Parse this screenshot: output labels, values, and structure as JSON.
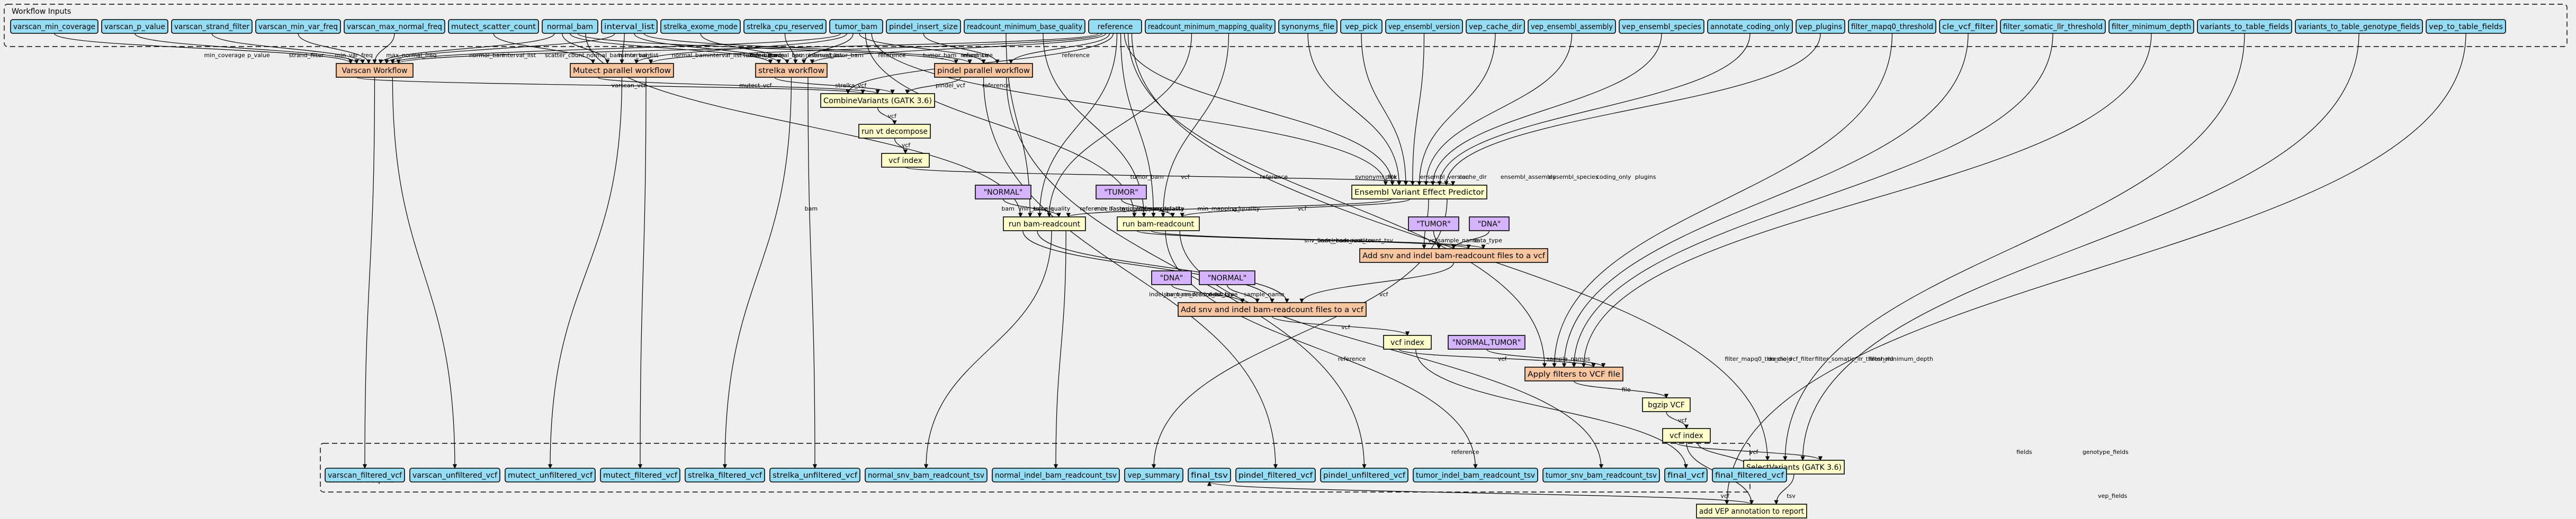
{
  "clusters": {
    "inputs_title": "Workflow Inputs",
    "outputs_title": "Workflow Outputs"
  },
  "colors": {
    "input_output_fill": "#94ddf4",
    "subworkflow_fill": "#f7c59f",
    "tool_fill": "#ffffcc",
    "constant_fill": "#d6b3ff",
    "background": "#efefef"
  },
  "nodes": [
    {
      "id": "vmc",
      "label": "varscan_min_coverage",
      "kind": "input"
    },
    {
      "id": "vpv",
      "label": "varscan_p_value",
      "kind": "input"
    },
    {
      "id": "vsf",
      "label": "varscan_strand_filter",
      "kind": "input"
    },
    {
      "id": "vmvf",
      "label": "varscan_min_var_freq",
      "kind": "input"
    },
    {
      "id": "vmnf",
      "label": "varscan_max_normal_freq",
      "kind": "input"
    },
    {
      "id": "msc",
      "label": "mutect_scatter_count",
      "kind": "input"
    },
    {
      "id": "nb",
      "label": "normal_bam",
      "kind": "input"
    },
    {
      "id": "il",
      "label": "interval_list",
      "kind": "input"
    },
    {
      "id": "sem",
      "label": "strelka_exome_mode",
      "kind": "input"
    },
    {
      "id": "scr",
      "label": "strelka_cpu_reserved",
      "kind": "input"
    },
    {
      "id": "tb",
      "label": "tumor_bam",
      "kind": "input"
    },
    {
      "id": "pis",
      "label": "pindel_insert_size",
      "kind": "input"
    },
    {
      "id": "rmbq",
      "label": "readcount_minimum_base_quality",
      "kind": "input"
    },
    {
      "id": "ref",
      "label": "reference",
      "kind": "input"
    },
    {
      "id": "rmmq",
      "label": "readcount_minimum_mapping_quality",
      "kind": "input"
    },
    {
      "id": "sf",
      "label": "synonyms_file",
      "kind": "input"
    },
    {
      "id": "vpck",
      "label": "vep_pick",
      "kind": "input"
    },
    {
      "id": "vev",
      "label": "vep_ensembl_version",
      "kind": "input"
    },
    {
      "id": "vcd",
      "label": "vep_cache_dir",
      "kind": "input"
    },
    {
      "id": "vea",
      "label": "vep_ensembl_assembly",
      "kind": "input"
    },
    {
      "id": "ves",
      "label": "vep_ensembl_species",
      "kind": "input"
    },
    {
      "id": "aco",
      "label": "annotate_coding_only",
      "kind": "input"
    },
    {
      "id": "vpl",
      "label": "vep_plugins",
      "kind": "input"
    },
    {
      "id": "fmt",
      "label": "filter_mapq0_threshold",
      "kind": "input"
    },
    {
      "id": "cvf",
      "label": "cle_vcf_filter",
      "kind": "input"
    },
    {
      "id": "fst",
      "label": "filter_somatic_llr_threshold",
      "kind": "input"
    },
    {
      "id": "fmd",
      "label": "filter_minimum_depth",
      "kind": "input"
    },
    {
      "id": "vttf",
      "label": "variants_to_table_fields",
      "kind": "input"
    },
    {
      "id": "vttg",
      "label": "variants_to_table_genotype_fields",
      "kind": "input"
    },
    {
      "id": "vtf",
      "label": "vep_to_table_fields",
      "kind": "input"
    },
    {
      "id": "varscan",
      "label": "Varscan Workflow",
      "kind": "subworkflow"
    },
    {
      "id": "mutect",
      "label": "Mutect parallel workflow",
      "kind": "subworkflow"
    },
    {
      "id": "strelka",
      "label": "strelka workflow",
      "kind": "subworkflow"
    },
    {
      "id": "pindel",
      "label": "pindel parallel workflow",
      "kind": "subworkflow"
    },
    {
      "id": "combine",
      "label": "CombineVariants (GATK 3.6)",
      "kind": "tool"
    },
    {
      "id": "decompose",
      "label": "run vt decompose",
      "kind": "tool"
    },
    {
      "id": "vcfidx1",
      "label": "vcf index",
      "kind": "tool"
    },
    {
      "id": "vep",
      "label": "Ensembl Variant Effect Predictor",
      "kind": "tool"
    },
    {
      "id": "cnormal1",
      "label": "\"NORMAL\"",
      "kind": "constant"
    },
    {
      "id": "ctumor1",
      "label": "\"TUMOR\"",
      "kind": "constant"
    },
    {
      "id": "brn",
      "label": "run bam-readcount",
      "kind": "tool"
    },
    {
      "id": "brt",
      "label": "run bam-readcount",
      "kind": "tool"
    },
    {
      "id": "ctumor2",
      "label": "\"TUMOR\"",
      "kind": "constant"
    },
    {
      "id": "cdna1",
      "label": "\"DNA\"",
      "kind": "constant"
    },
    {
      "id": "addt",
      "label": "Add snv and indel bam-readcount files to a vcf",
      "kind": "subworkflow"
    },
    {
      "id": "cdna2",
      "label": "\"DNA\"",
      "kind": "constant"
    },
    {
      "id": "cnormal2",
      "label": "\"NORMAL\"",
      "kind": "constant"
    },
    {
      "id": "addn",
      "label": "Add snv and indel bam-readcount files to a vcf",
      "kind": "subworkflow"
    },
    {
      "id": "vcfidx2",
      "label": "vcf index",
      "kind": "tool"
    },
    {
      "id": "cnt",
      "label": "\"NORMAL,TUMOR\"",
      "kind": "constant"
    },
    {
      "id": "applyf",
      "label": "Apply filters to VCF file",
      "kind": "subworkflow"
    },
    {
      "id": "bgzip",
      "label": "bgzip VCF",
      "kind": "tool"
    },
    {
      "id": "vcfidx3",
      "label": "vcf index",
      "kind": "tool"
    },
    {
      "id": "selectv",
      "label": "SelectVariants (GATK 3.6)",
      "kind": "tool"
    },
    {
      "id": "addvep",
      "label": "add VEP annotation to report",
      "kind": "tool"
    },
    {
      "id": "o_vfv",
      "label": "varscan_filtered_vcf",
      "kind": "output"
    },
    {
      "id": "o_vuv",
      "label": "varscan_unfiltered_vcf",
      "kind": "output"
    },
    {
      "id": "o_muv",
      "label": "mutect_unfiltered_vcf",
      "kind": "output"
    },
    {
      "id": "o_mfv",
      "label": "mutect_filtered_vcf",
      "kind": "output"
    },
    {
      "id": "o_sfv",
      "label": "strelka_filtered_vcf",
      "kind": "output"
    },
    {
      "id": "o_suv",
      "label": "strelka_unfiltered_vcf",
      "kind": "output"
    },
    {
      "id": "o_nsbrt",
      "label": "normal_snv_bam_readcount_tsv",
      "kind": "output"
    },
    {
      "id": "o_nibrt",
      "label": "normal_indel_bam_readcount_tsv",
      "kind": "output"
    },
    {
      "id": "o_vs",
      "label": "vep_summary",
      "kind": "output"
    },
    {
      "id": "o_ft",
      "label": "final_tsv",
      "kind": "output"
    },
    {
      "id": "o_pfv",
      "label": "pindel_filtered_vcf",
      "kind": "output"
    },
    {
      "id": "o_puv",
      "label": "pindel_unfiltered_vcf",
      "kind": "output"
    },
    {
      "id": "o_tibrt",
      "label": "tumor_indel_bam_readcount_tsv",
      "kind": "output"
    },
    {
      "id": "o_tsbrt",
      "label": "tumor_snv_bam_readcount_tsv",
      "kind": "output"
    },
    {
      "id": "o_fv",
      "label": "final_vcf",
      "kind": "output"
    },
    {
      "id": "o_ffv",
      "label": "final_filtered_vcf",
      "kind": "output"
    }
  ],
  "edges": [
    {
      "from": "vmc",
      "to": "varscan",
      "label": "min_coverage"
    },
    {
      "from": "vpv",
      "to": "varscan",
      "label": "p_value"
    },
    {
      "from": "vsf",
      "to": "varscan",
      "label": "strand_filter"
    },
    {
      "from": "vmvf",
      "to": "varscan",
      "label": "min_var_freq"
    },
    {
      "from": "vmnf",
      "to": "varscan",
      "label": "max_normal_freq"
    },
    {
      "from": "msc",
      "to": "mutect",
      "label": "scatter_count"
    },
    {
      "from": "nb",
      "to": "varscan",
      "label": "normal_bam"
    },
    {
      "from": "nb",
      "to": "mutect",
      "label": "normal_bam"
    },
    {
      "from": "nb",
      "to": "strelka",
      "label": "normal_bam"
    },
    {
      "from": "nb",
      "to": "pindel",
      "label": "normal_bam"
    },
    {
      "from": "nb",
      "to": "brn",
      "label": "bam"
    },
    {
      "from": "il",
      "to": "varscan",
      "label": "interval_list"
    },
    {
      "from": "il",
      "to": "mutect",
      "label": "interval_list"
    },
    {
      "from": "il",
      "to": "strelka",
      "label": "interval_list"
    },
    {
      "from": "il",
      "to": "pindel",
      "label": "interval_list"
    },
    {
      "from": "sem",
      "to": "strelka",
      "label": "exome_mode"
    },
    {
      "from": "scr",
      "to": "strelka",
      "label": "cpu_reserved"
    },
    {
      "from": "tb",
      "to": "varscan",
      "label": "tumor_bam"
    },
    {
      "from": "tb",
      "to": "mutect",
      "label": "tumor_bam"
    },
    {
      "from": "tb",
      "to": "strelka",
      "label": "tumor_bam"
    },
    {
      "from": "tb",
      "to": "pindel",
      "label": "tumor_bam"
    },
    {
      "from": "tb",
      "to": "brt",
      "label": "bam"
    },
    {
      "from": "tb",
      "to": "vep",
      "label": "tumor_bam"
    },
    {
      "from": "pis",
      "to": "pindel",
      "label": "insert_size"
    },
    {
      "from": "rmbq",
      "to": "brn",
      "label": "min_base_quality"
    },
    {
      "from": "rmbq",
      "to": "brt",
      "label": "min_base_quality"
    },
    {
      "from": "ref",
      "to": "varscan",
      "label": "reference"
    },
    {
      "from": "ref",
      "to": "mutect",
      "label": "reference"
    },
    {
      "from": "ref",
      "to": "strelka",
      "label": "reference"
    },
    {
      "from": "ref",
      "to": "pindel",
      "label": "reference"
    },
    {
      "from": "ref",
      "to": "combine",
      "label": "reference"
    },
    {
      "from": "ref",
      "to": "brn",
      "label": "reference_fasta"
    },
    {
      "from": "ref",
      "to": "brt",
      "label": "reference_fasta"
    },
    {
      "from": "ref",
      "to": "vep",
      "label": "reference"
    },
    {
      "from": "ref",
      "to": "applyf",
      "label": "reference"
    },
    {
      "from": "ref",
      "to": "selectv",
      "label": "reference"
    },
    {
      "from": "rmmq",
      "to": "brn",
      "label": "min_mapping_quality"
    },
    {
      "from": "rmmq",
      "to": "brt",
      "label": "min_mapping_quality"
    },
    {
      "from": "sf",
      "to": "vep",
      "label": "synonyms_file"
    },
    {
      "from": "vpck",
      "to": "vep",
      "label": "pick"
    },
    {
      "from": "vev",
      "to": "vep",
      "label": "ensembl_version"
    },
    {
      "from": "vcd",
      "to": "vep",
      "label": "cache_dir"
    },
    {
      "from": "vea",
      "to": "vep",
      "label": "ensembl_assembly"
    },
    {
      "from": "ves",
      "to": "vep",
      "label": "ensembl_species"
    },
    {
      "from": "aco",
      "to": "vep",
      "label": "coding_only"
    },
    {
      "from": "vpl",
      "to": "vep",
      "label": "plugins"
    },
    {
      "from": "fmt",
      "to": "applyf",
      "label": "filter_mapq0_threshold"
    },
    {
      "from": "cvf",
      "to": "applyf",
      "label": "do_cle_vcf_filter"
    },
    {
      "from": "fst",
      "to": "applyf",
      "label": "filter_somatic_llr_threshold"
    },
    {
      "from": "fmd",
      "to": "applyf",
      "label": "filter_minimum_depth"
    },
    {
      "from": "vttf",
      "to": "selectv",
      "label": "fields"
    },
    {
      "from": "vttg",
      "to": "selectv",
      "label": "genotype_fields"
    },
    {
      "from": "vtf",
      "to": "addvep",
      "label": "vep_fields"
    },
    {
      "from": "varscan",
      "to": "combine",
      "label": "varscan_vcf"
    },
    {
      "from": "mutect",
      "to": "combine",
      "label": "mutect_vcf"
    },
    {
      "from": "strelka",
      "to": "combine",
      "label": "strelka_vcf"
    },
    {
      "from": "pindel",
      "to": "combine",
      "label": "pindel_vcf"
    },
    {
      "from": "combine",
      "to": "decompose",
      "label": "vcf"
    },
    {
      "from": "decompose",
      "to": "vcfidx1",
      "label": "vcf"
    },
    {
      "from": "vcfidx1",
      "to": "vep",
      "label": "vcf"
    },
    {
      "from": "cnormal1",
      "to": "brn",
      "label": "sample"
    },
    {
      "from": "ctumor1",
      "to": "brt",
      "label": "sample"
    },
    {
      "from": "vep",
      "to": "brn",
      "label": "vcf"
    },
    {
      "from": "vep",
      "to": "brt",
      "label": "vcf"
    },
    {
      "from": "vep",
      "to": "addt",
      "label": "vcf"
    },
    {
      "from": "ctumor2",
      "to": "addt",
      "label": "sample_name"
    },
    {
      "from": "cdna1",
      "to": "addt",
      "label": "data_type"
    },
    {
      "from": "brt",
      "to": "addt",
      "label": "snv_bam_readcount_tsv"
    },
    {
      "from": "brt",
      "to": "addt",
      "label": "indel_bam_readcount_tsv"
    },
    {
      "from": "cdna2",
      "to": "addn",
      "label": "data_type"
    },
    {
      "from": "cnormal2",
      "to": "addn",
      "label": "sample_name"
    },
    {
      "from": "brn",
      "to": "addn",
      "label": "indel_bam_readcount_tsv"
    },
    {
      "from": "brn",
      "to": "addn",
      "label": "snv_bam_readcount_tsv"
    },
    {
      "from": "addt",
      "to": "addn",
      "label": "vcf"
    },
    {
      "from": "addn",
      "to": "vcfidx2",
      "label": "vcf"
    },
    {
      "from": "vcfidx2",
      "to": "applyf",
      "label": "vcf"
    },
    {
      "from": "cnt",
      "to": "applyf",
      "label": "sample_names"
    },
    {
      "from": "applyf",
      "to": "bgzip",
      "label": "file"
    },
    {
      "from": "bgzip",
      "to": "vcfidx3",
      "label": "vcf"
    },
    {
      "from": "vcfidx3",
      "to": "selectv",
      "label": "vcf"
    },
    {
      "from": "vcfidx3",
      "to": "addvep",
      "label": "vcf"
    },
    {
      "from": "selectv",
      "to": "addvep",
      "label": "tsv"
    },
    {
      "from": "varscan",
      "to": "o_vfv",
      "label": ""
    },
    {
      "from": "varscan",
      "to": "o_vuv",
      "label": ""
    },
    {
      "from": "mutect",
      "to": "o_muv",
      "label": ""
    },
    {
      "from": "mutect",
      "to": "o_mfv",
      "label": ""
    },
    {
      "from": "strelka",
      "to": "o_sfv",
      "label": ""
    },
    {
      "from": "strelka",
      "to": "o_suv",
      "label": ""
    },
    {
      "from": "brn",
      "to": "o_nsbrt",
      "label": ""
    },
    {
      "from": "brn",
      "to": "o_nibrt",
      "label": ""
    },
    {
      "from": "vep",
      "to": "o_vs",
      "label": ""
    },
    {
      "from": "addvep",
      "to": "o_ft",
      "label": ""
    },
    {
      "from": "pindel",
      "to": "o_pfv",
      "label": ""
    },
    {
      "from": "pindel",
      "to": "o_puv",
      "label": ""
    },
    {
      "from": "brt",
      "to": "o_tibrt",
      "label": ""
    },
    {
      "from": "brt",
      "to": "o_tsbrt",
      "label": ""
    },
    {
      "from": "vcfidx2",
      "to": "o_fv",
      "label": ""
    },
    {
      "from": "vcfidx3",
      "to": "o_ffv",
      "label": ""
    }
  ]
}
